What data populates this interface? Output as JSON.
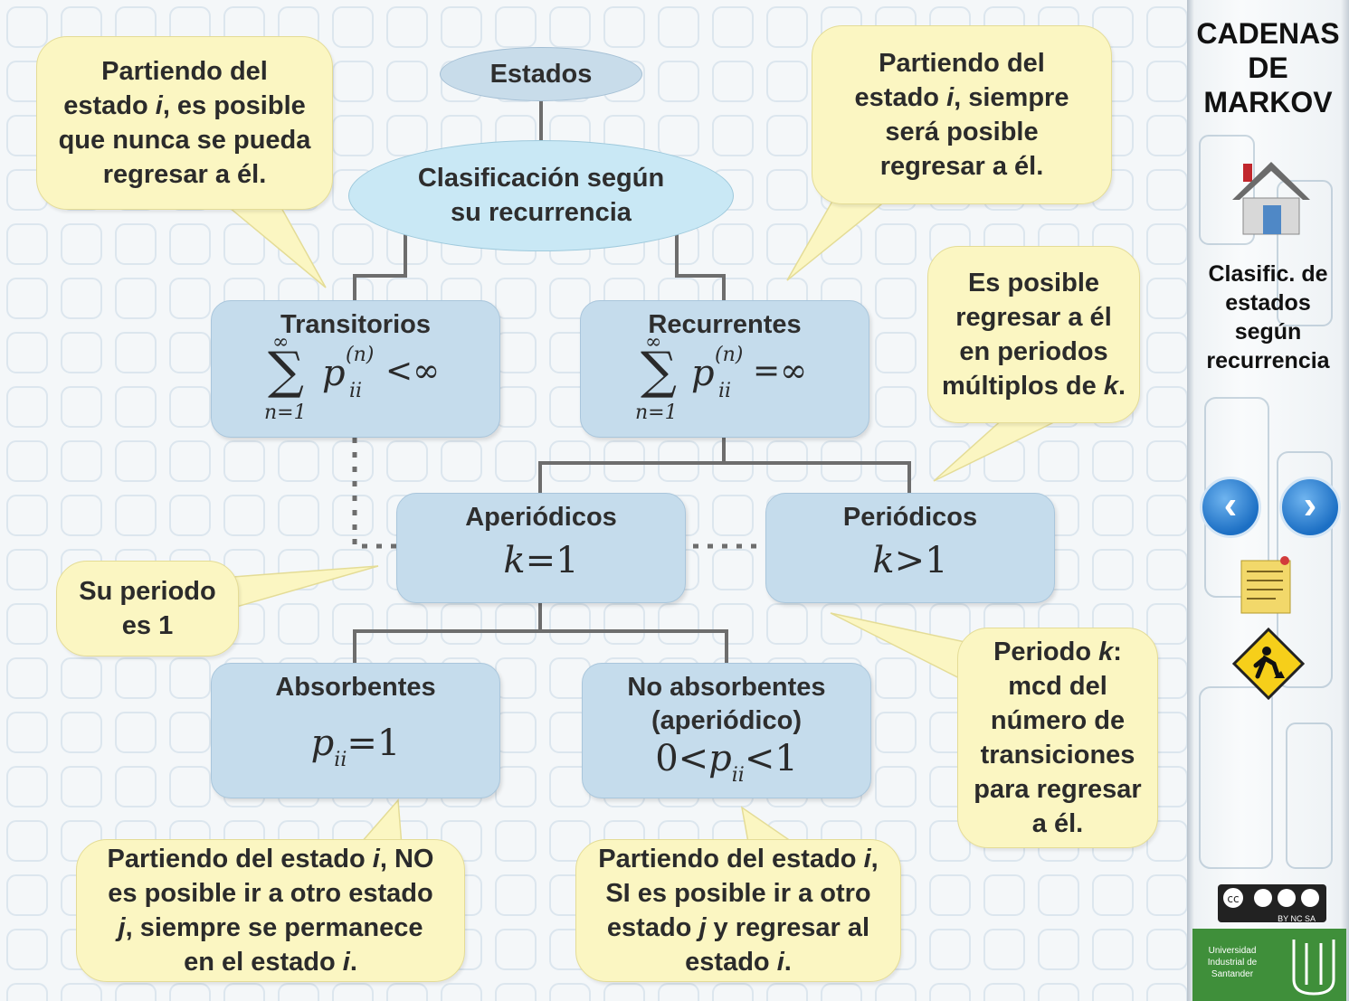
{
  "diagram": {
    "estados": "Estados",
    "clasificacion": [
      "Clasificación según",
      "su recurrencia"
    ],
    "transitorios": {
      "label": "Transitorios",
      "sum_bottom": "n=1",
      "sum_top": "∞",
      "expr": "p",
      "sub": "ii",
      "sup": "(n)",
      "rel": "<∞"
    },
    "recurrentes": {
      "label": "Recurrentes",
      "sum_bottom": "n=1",
      "sum_top": "∞",
      "expr": "p",
      "sub": "ii",
      "sup": "(n)",
      "rel": "=∞"
    },
    "aperiodicos": {
      "label": "Aperiódicos",
      "formula_var": "k",
      "formula_rest": "=1"
    },
    "periodicos": {
      "label": "Periódicos",
      "formula_var": "k",
      "formula_rest": ">1"
    },
    "absorbentes": {
      "label": "Absorbentes",
      "formula_var": "p",
      "formula_sub": "ii",
      "formula_rest": "=1"
    },
    "no_absorbentes": {
      "label": "No absorbentes",
      "label2": "(aperiódico)",
      "formula_pre": "0<",
      "formula_var": "p",
      "formula_sub": "ii",
      "formula_rest": "<1"
    }
  },
  "bubbles": {
    "b1": {
      "l1": "Partiendo del",
      "l2a": "estado ",
      "l2i": "i",
      "l2b": ", es posible",
      "l3": "que nunca se pueda",
      "l4": "regresar a él."
    },
    "b2": {
      "l1": "Partiendo del",
      "l2a": "estado ",
      "l2i": "i",
      "l2b": ", siempre",
      "l3": "será posible",
      "l4": "regresar a él."
    },
    "b3": {
      "l1": "Es posible",
      "l2": "regresar a él",
      "l3": "en periodos",
      "l4a": "múltiplos de ",
      "l4i": "k",
      "l4b": "."
    },
    "b4": {
      "l1": "Su periodo",
      "l2": "es 1"
    },
    "b5": {
      "l1a": "Periodo ",
      "l1i": "k",
      "l1b": ":",
      "l2": "mcd del",
      "l3": "número de",
      "l4": "transiciones",
      "l5": "para regresar",
      "l6": "a él."
    },
    "b6": {
      "l1a": "Partiendo del estado ",
      "l1i": "i",
      "l1b": ", ",
      "l1bold": "NO",
      "l2": "es posible ir a otro estado",
      "l3i": "j",
      "l3b": ", siempre se permanece",
      "l4a": "en el estado ",
      "l4i": "i",
      "l4b": "."
    },
    "b7": {
      "l1a": "Partiendo del estado ",
      "l1i": "i",
      "l1b": ",",
      "l2bold": "SI",
      "l2b": " es posible ir a otro",
      "l3a": "estado ",
      "l3i": "j",
      "l3b": " y regresar al",
      "l4a": "estado ",
      "l4i": "i",
      "l4b": "."
    }
  },
  "sidebar": {
    "title": [
      "CADENAS",
      "DE",
      "MARKOV"
    ],
    "subtitle": [
      "Clasific. de",
      "estados",
      "según",
      "recurrencia"
    ],
    "prev_icon": "chevron-left-icon",
    "next_icon": "chevron-right-icon",
    "license_text": "BY  NC  SA",
    "university": [
      "Universidad",
      "Industrial de",
      "Santander"
    ]
  },
  "colors": {
    "node": "#c5dcec",
    "ellipse_light": "#c9e6f4",
    "bubble": "#fbf6c2",
    "line": "#6d6d6d"
  }
}
